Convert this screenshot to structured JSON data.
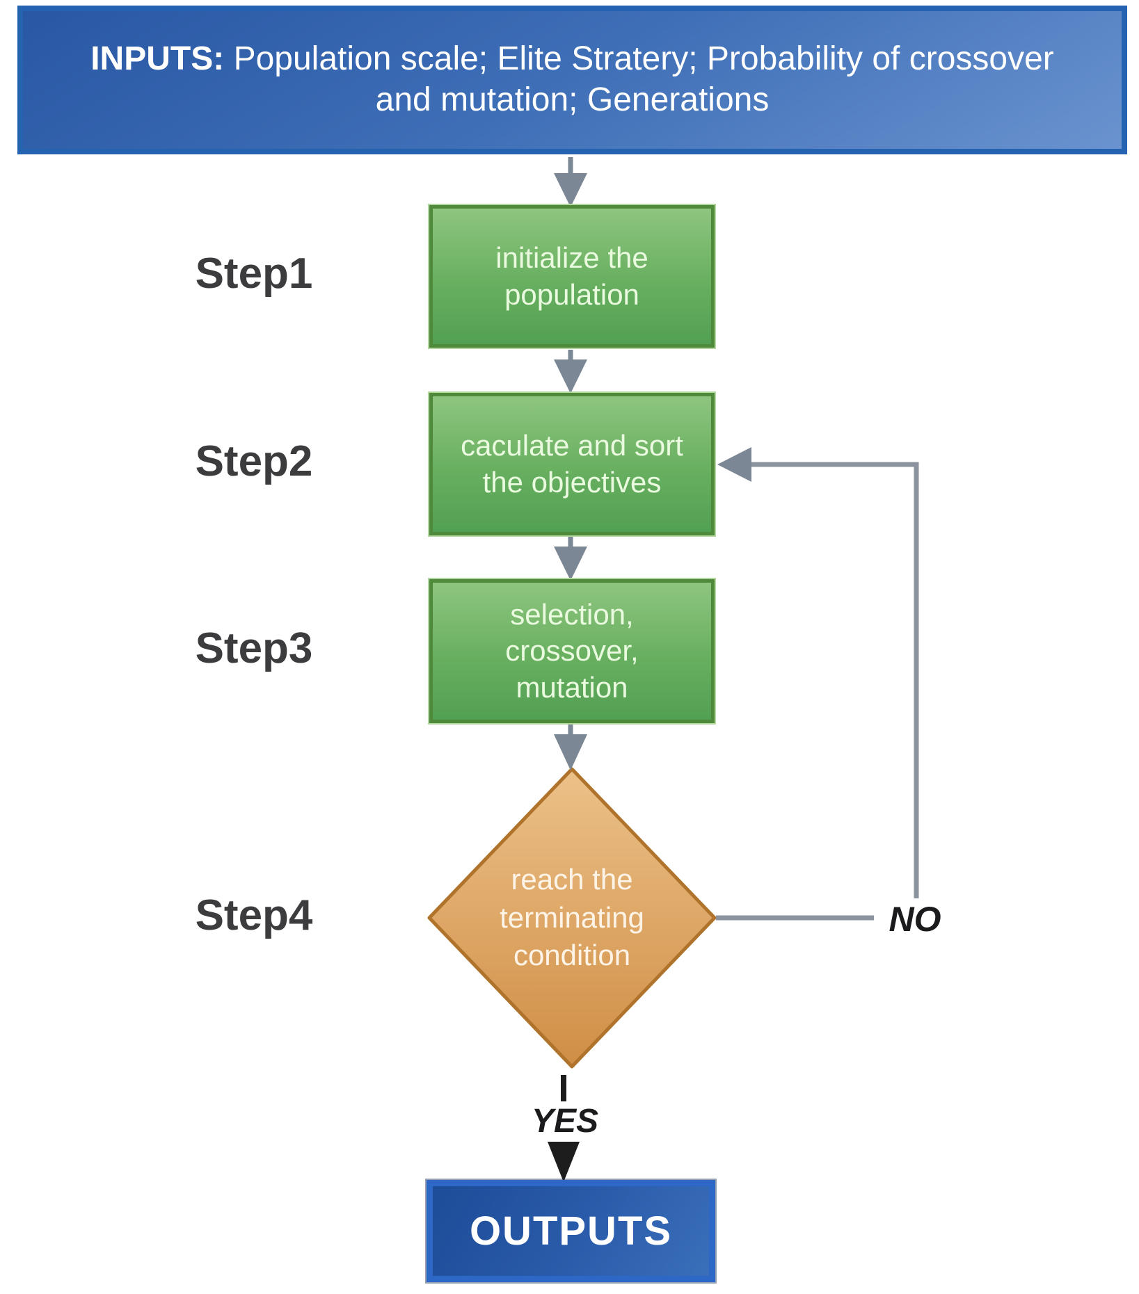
{
  "header": {
    "label_bold": "INPUTS:",
    "label_rest": "Population scale; Elite Stratery; Probability of crossover and mutation; Generations"
  },
  "steps": [
    {
      "label": "Step1",
      "type": "process",
      "text": "initialize the population"
    },
    {
      "label": "Step2",
      "type": "process",
      "text": "caculate and sort the objectives"
    },
    {
      "label": "Step3",
      "type": "process",
      "text": "selection, crossover, mutation"
    },
    {
      "label": "Step4",
      "type": "decision",
      "text": "reach the terminating condition"
    }
  ],
  "edges": {
    "no_label": "NO",
    "yes_label": "YES",
    "no_loop_target": "Step2",
    "yes_target": "OUTPUTS"
  },
  "output": {
    "label": "OUTPUTS"
  },
  "colors": {
    "input_output_border": "#2563b0",
    "input_output_fill": "#3f6fb7",
    "outputs_border": "#2e68c7",
    "outputs_fill": "#1d4c98",
    "process_border": "#4e8a39",
    "process_fill": "#68af60",
    "decision_border": "#b0732c",
    "decision_fill": "#ddA462",
    "connector_gray": "#7b8794",
    "yes_connector_black": "#1d1d1d",
    "step_label_text": "#3c3c3e",
    "box_text": "#e9fadf"
  }
}
